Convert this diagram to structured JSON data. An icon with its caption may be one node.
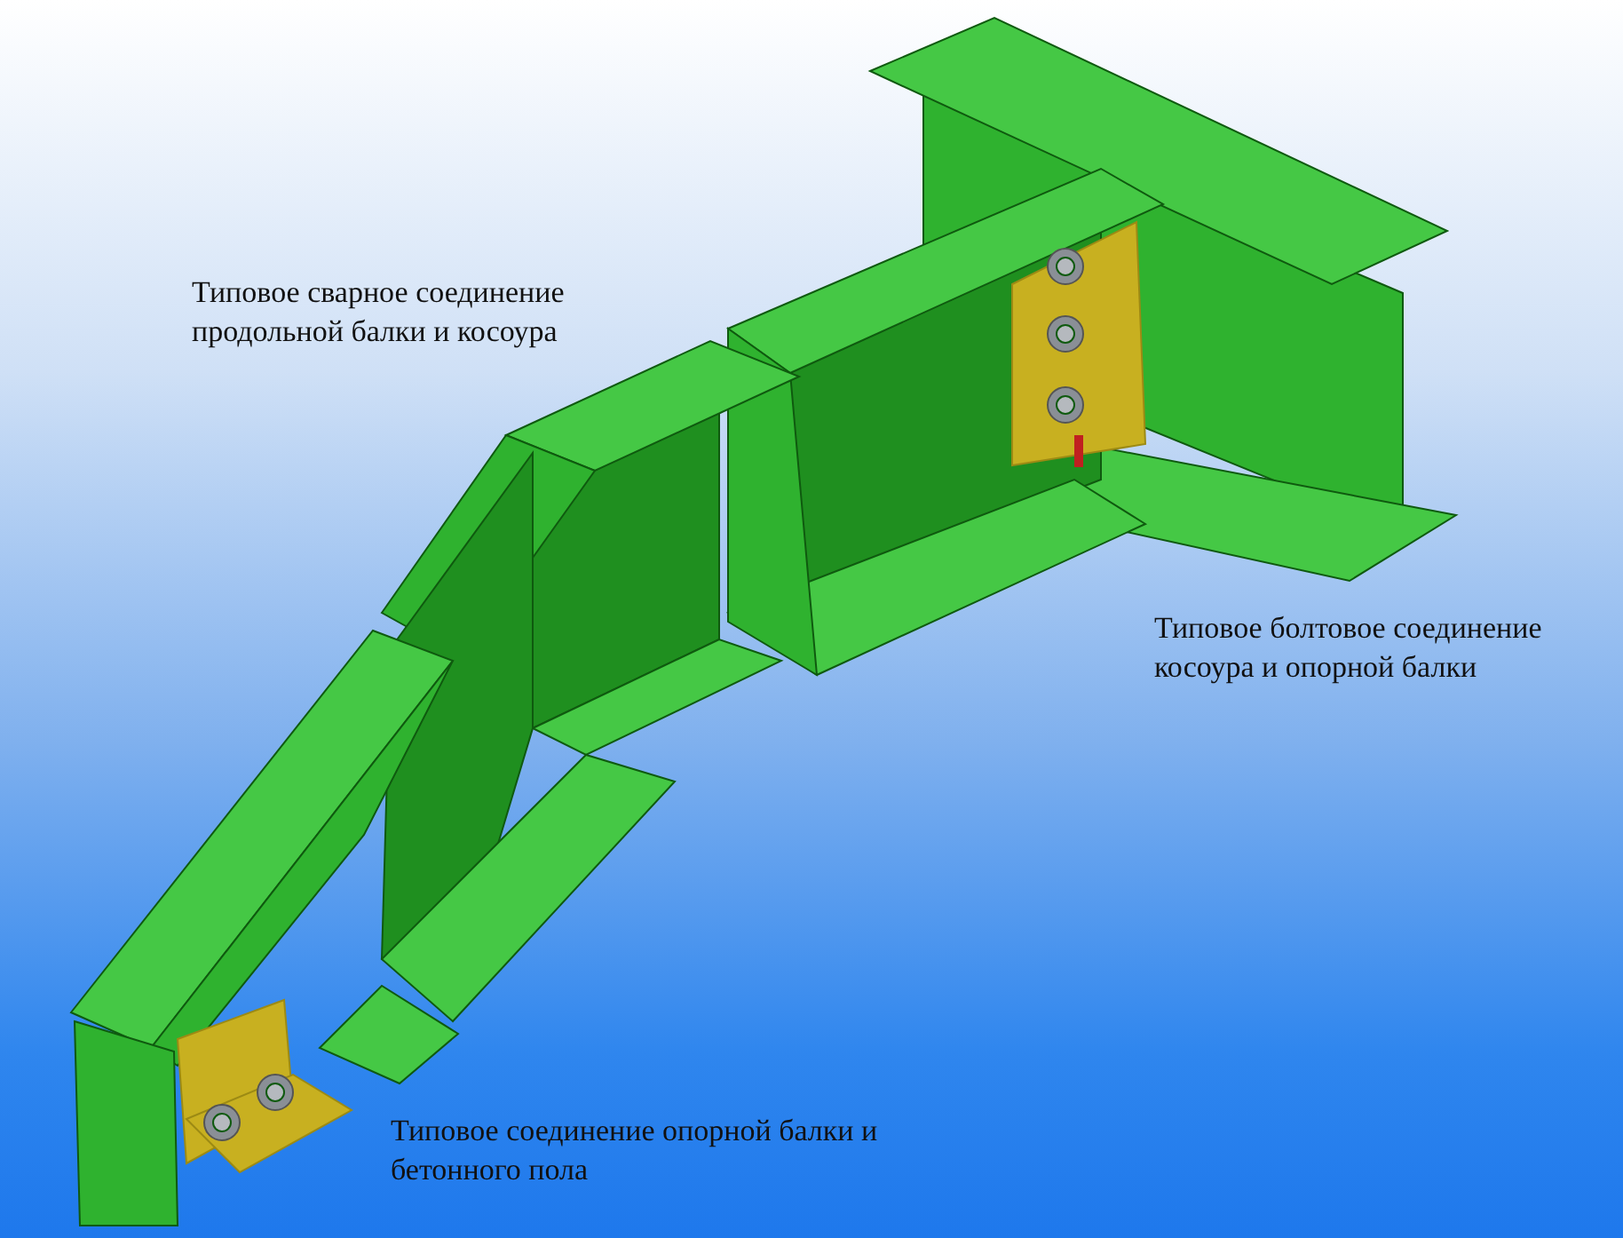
{
  "diagram": {
    "labels": [
      "Типовое сварное соединение продольной балки и косоура",
      "Типовое болтовое соединение косоура и опорной балки",
      "Типовое соединение опорной балки и бетонного пола"
    ]
  }
}
